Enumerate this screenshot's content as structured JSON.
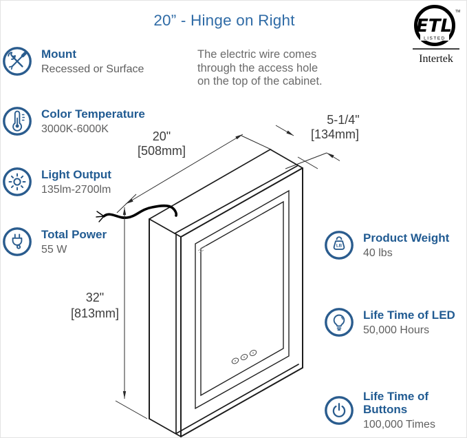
{
  "title": "20” - Hinge on Right",
  "note": {
    "line1": "The electric wire comes",
    "line2": "through the access hole",
    "line3": "on the top of the cabinet."
  },
  "features_left": [
    {
      "icon": "wrench-screwdriver-icon",
      "title": "Mount",
      "value": "Recessed or Surface"
    },
    {
      "icon": "thermometer-icon",
      "title": "Color Temperature",
      "value": "3000K-6000K"
    },
    {
      "icon": "sun-brightness-icon",
      "title": "Light Output",
      "value": "135lm-2700lm"
    },
    {
      "icon": "power-plug-icon",
      "title": "Total Power",
      "value": "55 W"
    }
  ],
  "features_right": [
    {
      "icon": "weight-lb-icon",
      "title": "Product Weight",
      "value": "40 lbs",
      "icon_label": "LB"
    },
    {
      "icon": "light-bulb-icon",
      "title": "Life Time of LED",
      "value": "50,000 Hours"
    },
    {
      "icon": "power-button-icon",
      "title": "Life Time of Buttons",
      "value": "100,000 Times"
    }
  ],
  "dimensions": {
    "width_in": "20\"",
    "width_mm": "[508mm]",
    "depth_in": "5-1/4\"",
    "depth_mm": "[134mm]",
    "height_in": "32\"",
    "height_mm": "[813mm]"
  },
  "certification": {
    "mark": "ETL",
    "listed": "LISTED",
    "tm": "TM",
    "brand": "Intertek"
  },
  "colors": {
    "accent_blue": "#215b92",
    "heading_blue": "#2f6ba6",
    "icon_blue": "#2a5c8e",
    "gray_text": "#5f5f5f",
    "line_black": "#1b1b1b"
  }
}
